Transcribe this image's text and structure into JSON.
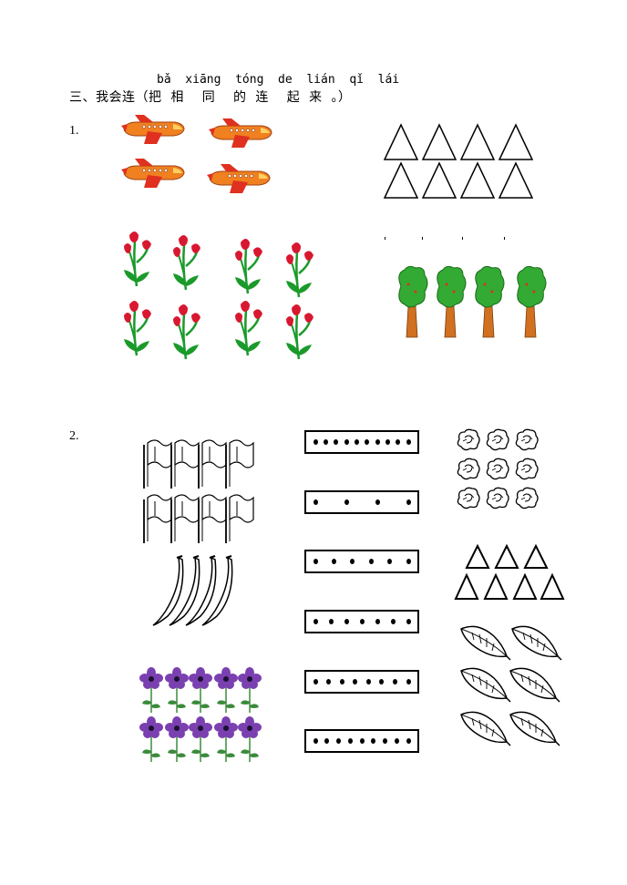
{
  "header": {
    "pinyin": "bǎ  xiāng  tóng  de  lián  qǐ  lái",
    "title": "三、我会连（把  相    同    的  连    起  来  。）"
  },
  "sections": [
    {
      "number": "1."
    },
    {
      "number": "2."
    }
  ],
  "section1": {
    "airplanes": 4,
    "triangles": 8,
    "tulip_bunches": 8,
    "trees": 4
  },
  "section2": {
    "flags": 8,
    "bananas": 4,
    "purple_flowers": 10,
    "dot_boxes": [
      10,
      4,
      6,
      7,
      8,
      9
    ],
    "rose_flowers": 9,
    "small_triangles": 7,
    "leaves": 6
  },
  "colors": {
    "airplane_body": "#f08020",
    "airplane_accent": "#e03020",
    "tulip_red": "#d81830",
    "stem_green": "#1a9a2a",
    "tree_green": "#33aa33",
    "trunk_brown": "#d07020",
    "violet": "#7a40b0"
  }
}
